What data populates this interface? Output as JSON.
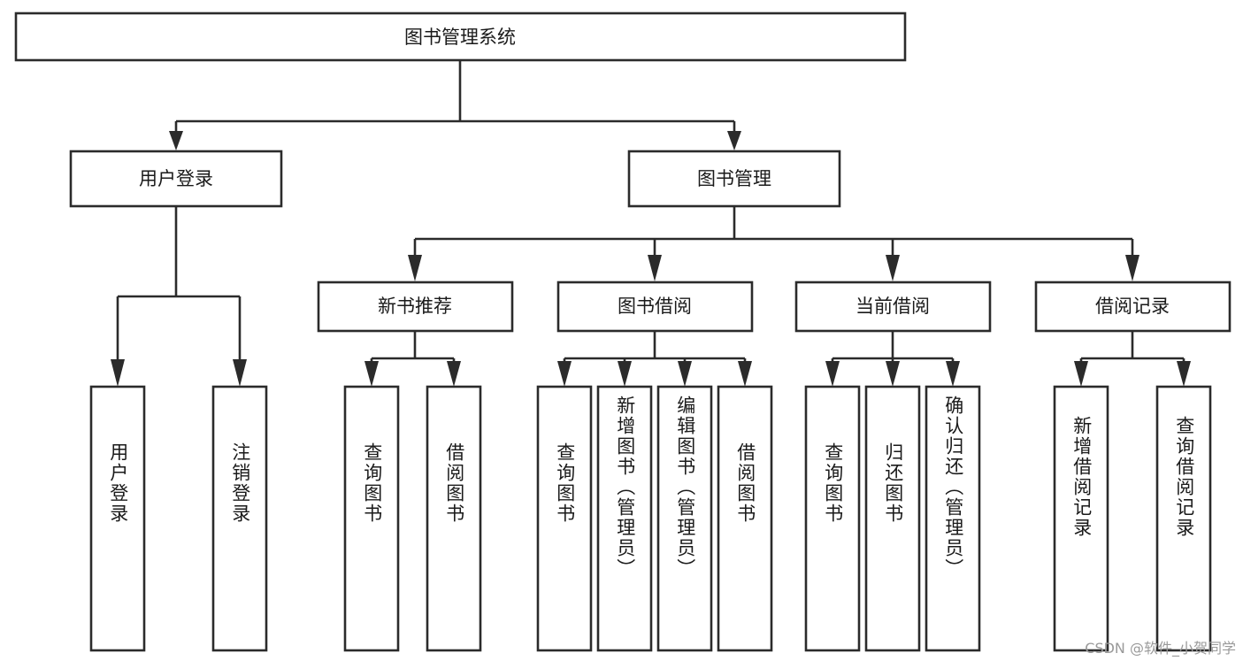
{
  "diagram": {
    "type": "tree",
    "title": "图书管理系统",
    "orientation": "top-down",
    "background_color": "#ffffff",
    "line_color": "#2b2b2b",
    "text_color": "#1a1a1a",
    "root": {
      "label": "图书管理系统"
    },
    "level2": [
      {
        "label": "用户登录"
      },
      {
        "label": "图书管理"
      }
    ],
    "level3": [
      {
        "label": "新书推荐"
      },
      {
        "label": "图书借阅"
      },
      {
        "label": "当前借阅"
      },
      {
        "label": "借阅记录"
      }
    ],
    "leaves": {
      "user_login": [
        {
          "label": "用户登录"
        },
        {
          "label": "注销登录"
        }
      ],
      "new_book_recommend": [
        {
          "label": "查询图书"
        },
        {
          "label": "借阅图书"
        }
      ],
      "book_borrow": [
        {
          "label": "查询图书"
        },
        {
          "label": "新增图书（管理员）"
        },
        {
          "label": "编辑图书（管理员）"
        },
        {
          "label": "借阅图书"
        }
      ],
      "current_borrow": [
        {
          "label": "查询图书"
        },
        {
          "label": "归还图书"
        },
        {
          "label": "确认归还（管理员）"
        }
      ],
      "borrow_record": [
        {
          "label": "新增借阅记录"
        },
        {
          "label": "查询借阅记录"
        }
      ]
    }
  },
  "watermark": {
    "text": "CSDN @软件_小贺同学"
  }
}
